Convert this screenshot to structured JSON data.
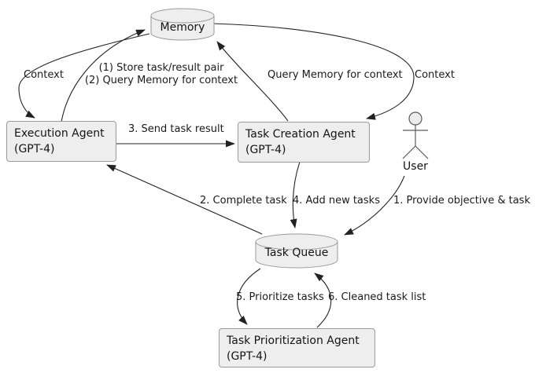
{
  "diagram_type": "agent-architecture-flow",
  "nodes": {
    "memory": {
      "label": "Memory",
      "shape": "database-cylinder"
    },
    "execution_agent": {
      "title": "Execution Agent",
      "subtitle": "(GPT-4)",
      "shape": "rectangle"
    },
    "task_creation_agent": {
      "title": "Task Creation Agent",
      "subtitle": "(GPT-4)",
      "shape": "rectangle"
    },
    "task_queue": {
      "label": "Task Queue",
      "shape": "database-cylinder"
    },
    "task_prioritization_agent": {
      "title": "Task Prioritization Agent",
      "subtitle": "(GPT-4)",
      "shape": "rectangle"
    },
    "user": {
      "label": "User",
      "shape": "actor-stick-figure"
    }
  },
  "edges": {
    "memory_to_execution": {
      "label": "Context",
      "from": "Memory",
      "to": "Execution Agent"
    },
    "execution_to_memory": {
      "label_line1": "(1) Store task/result pair",
      "label_line2": "(2) Query Memory for context",
      "from": "Execution Agent",
      "to": "Memory"
    },
    "task_creation_to_memory": {
      "label": "Query Memory for context",
      "from": "Task Creation Agent",
      "to": "Memory"
    },
    "memory_to_task_creation": {
      "label": "Context",
      "from": "Memory",
      "to": "Task Creation Agent"
    },
    "execution_to_task_creation": {
      "label": "3. Send task result",
      "from": "Execution Agent",
      "to": "Task Creation Agent"
    },
    "task_queue_to_execution": {
      "label": "2. Complete task",
      "from": "Task Queue",
      "to": "Execution Agent"
    },
    "task_creation_to_task_queue": {
      "label": "4. Add new tasks",
      "from": "Task Creation Agent",
      "to": "Task Queue"
    },
    "user_to_task_queue": {
      "label": "1. Provide objective & task",
      "from": "User",
      "to": "Task Queue"
    },
    "task_queue_to_prioritization": {
      "label": "5. Prioritize tasks",
      "from": "Task Queue",
      "to": "Task Prioritization Agent"
    },
    "prioritization_to_task_queue": {
      "label": "6. Cleaned task list",
      "from": "Task Prioritization Agent",
      "to": "Task Queue"
    }
  },
  "colors": {
    "background": "#ffffff",
    "node_fill": "#eeeeee",
    "node_border": "#9a9a9a",
    "edge_line": "#222222",
    "text": "#141414"
  }
}
